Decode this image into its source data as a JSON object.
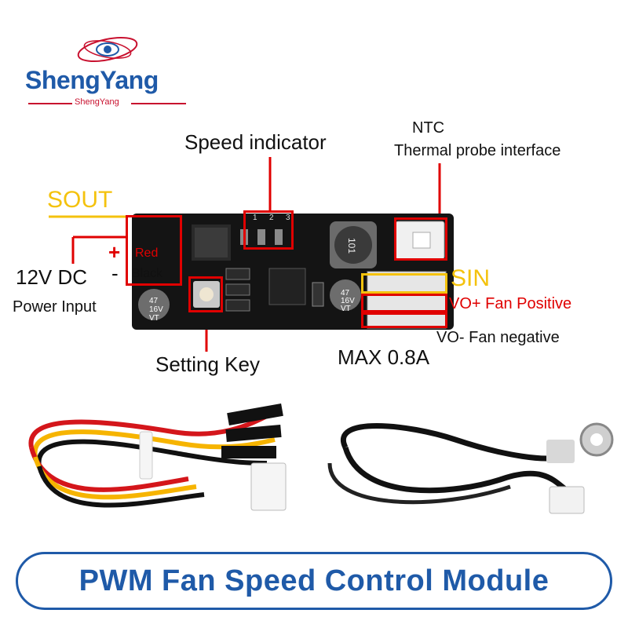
{
  "logo": {
    "brand": "ShengYang",
    "subtitle": "ShengYang"
  },
  "labels": {
    "speed_indicator": "Speed indicator",
    "speed_digits": [
      "1",
      "2",
      "3"
    ],
    "ntc": "NTC",
    "thermal_probe": "Thermal probe interface",
    "sout": "SOUT",
    "plus": "+",
    "minus": "-",
    "red": "Red",
    "black": "Black",
    "dc12v": "12V DC",
    "power_input": "Power Input",
    "sin": "SIN",
    "vo_plus": "VO+ Fan Positive",
    "vo_minus": "VO- Fan negative",
    "max_current": "MAX 0.8A",
    "setting_key": "Setting Key",
    "cap_text": [
      "47",
      "16V",
      "VT"
    ],
    "inductor": "101"
  },
  "banner": {
    "title": "PWM Fan Speed Control Module"
  },
  "colors": {
    "brand_blue": "#1f5aa8",
    "annotation_red": "#e00000",
    "annotation_yellow": "#f4c20d",
    "pcb_black": "#141414"
  }
}
